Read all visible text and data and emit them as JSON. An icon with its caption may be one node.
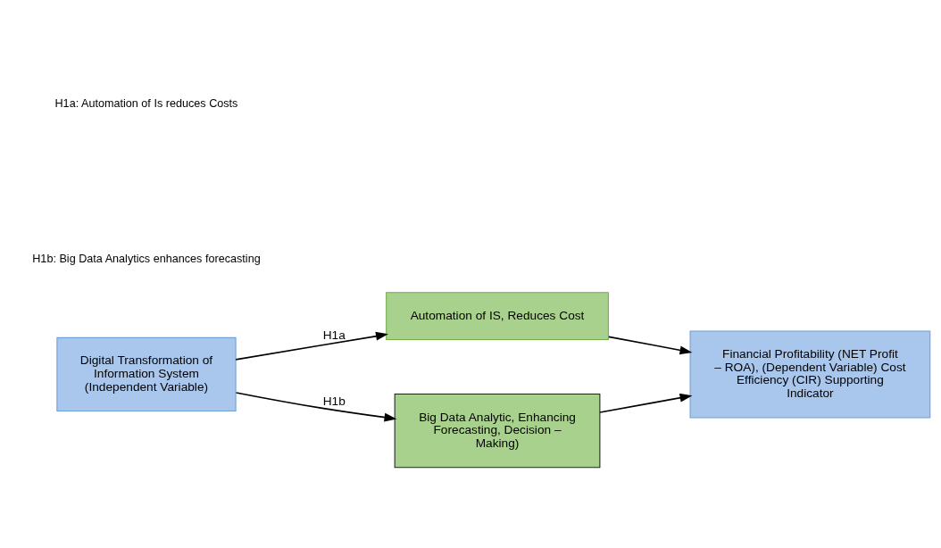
{
  "diagram": {
    "nodes": [
      {
        "text": [
          "Digital Transformation of Information System (Independent Variable)"
        ]
      },
      {
        "text": [
          "Automation of IS, Reduces Cost"
        ]
      },
      {
        "text": [
          "Big Data Analytic, Enhancing Forecasting, Decision – Making)"
        ]
      },
      {
        "text": [
          "Financial Profitability (NET Profit – ROA), (Dependent Variable) Cost Efficiency (CIR) Supporting Indicator"
        ]
      }
    ],
    "edges": [
      {
        "from": 0,
        "to": 1,
        "arrow": "to",
        "label": "H1a"
      },
      {
        "from": 0,
        "to": 2,
        "arrow": "to",
        "label": "H1b"
      },
      {
        "from": 1,
        "to": 3,
        "arrow": "to"
      },
      {
        "from": 2,
        "to": 3,
        "arrow": "to"
      }
    ],
    "labels": [
      "H1a: Automation of Is reduces Costs",
      "H1b: Big Data Analytics enhances forecasting"
    ]
  }
}
